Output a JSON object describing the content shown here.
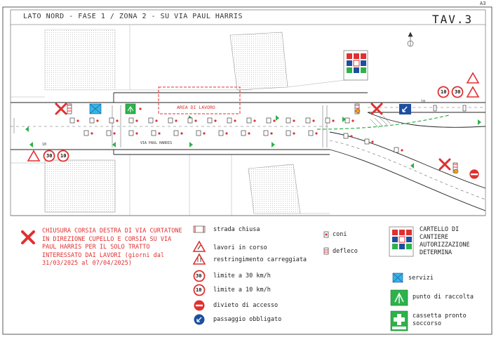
{
  "sheet_number": "A3",
  "header": "LATO NORD - FASE 1 / ZONA 2 - SU VIA PAUL HARRIS",
  "tav": "TAV.3",
  "map": {
    "work_area": "AREA DI LAVORO",
    "street_label": "VIA PAUL HARRIS",
    "dim_label": "10",
    "speed_30": "30",
    "speed_10": "10"
  },
  "closure_note": "CHIUSURA CORSIA DESTRA DI VIA CURTATONE IN DIREZIONE CUPELLO E CORSIA SU VIA PAUL HARRIS PER IL SOLO TRATTO INTERESSATO DAI LAVORI (giorni dal 31/03/2025 al 07/04/2025)",
  "legend": {
    "strada_chiusa": "strada chiusa",
    "lavori": "lavori in corso",
    "restringimento": "restringimento carreggiata",
    "limite30": "limite a 30 km/h",
    "limite10": "limite a 10 km/h",
    "divieto": "divieto di accesso",
    "passaggio": "passaggio obbligato",
    "coni": "coni",
    "defleco": "defleco",
    "cartello": "CARTELLO DI CANTIERE AUTORIZZAZIONE DETERMINA",
    "servizi": "servizi",
    "raccolta": "punto di raccolta",
    "cassetta": "cassetta pronto soccorso"
  },
  "colors": {
    "red": "#e03030",
    "green": "#2db24a",
    "blue": "#1d4fa0",
    "cyan": "#34b6e4",
    "grey": "#cfcfcf"
  }
}
